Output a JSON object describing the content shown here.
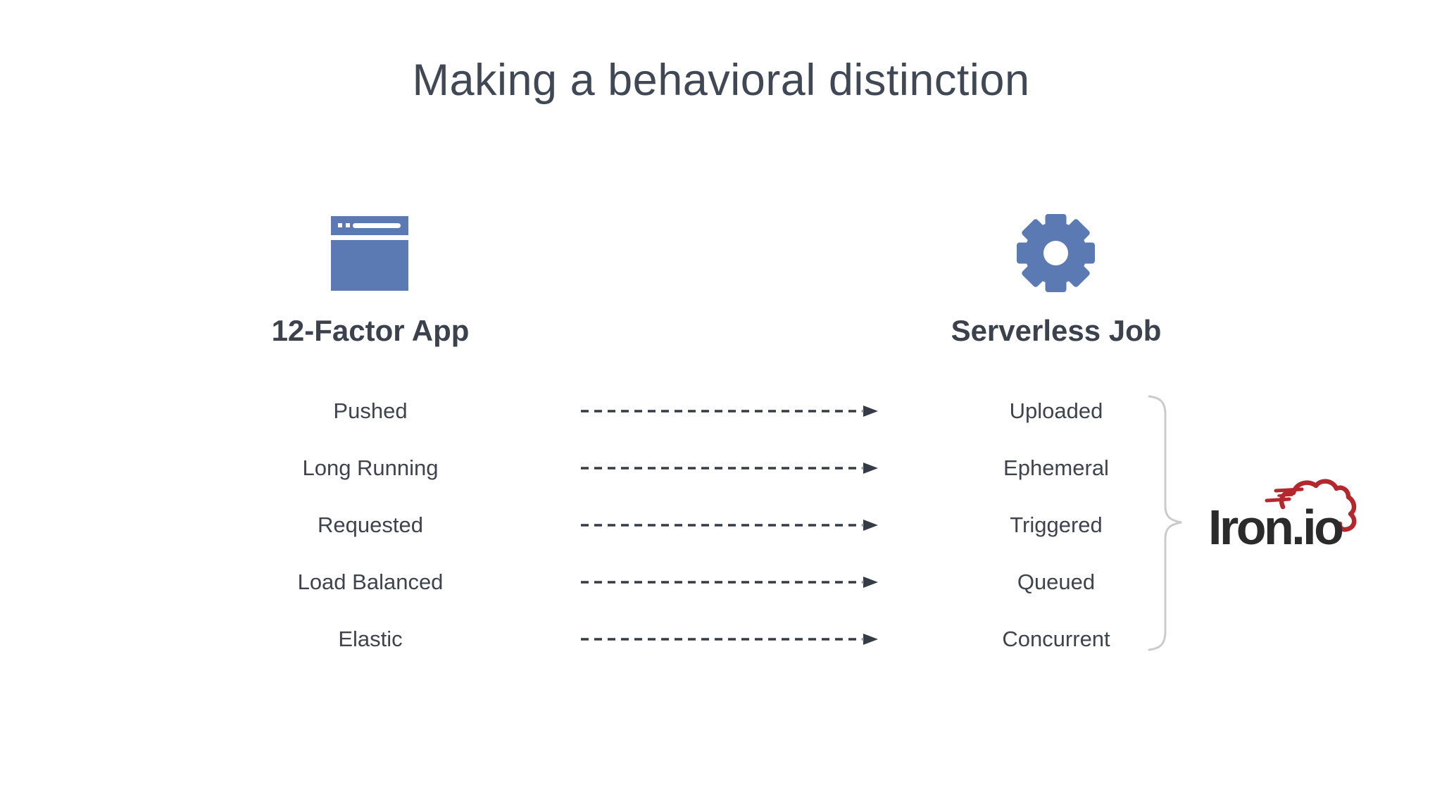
{
  "slide": {
    "title": "Making a behavioral distinction"
  },
  "left_column": {
    "icon": "browser-window-icon",
    "heading": "12-Factor App",
    "items": [
      "Pushed",
      "Long Running",
      "Requested",
      "Load Balanced",
      "Elastic"
    ]
  },
  "right_column": {
    "icon": "gear-icon",
    "heading": "Serverless Job",
    "items": [
      "Uploaded",
      "Ephemeral",
      "Triggered",
      "Queued",
      "Concurrent"
    ]
  },
  "rows": [
    {
      "left": "Pushed",
      "arrow": "dashed-right-arrow",
      "right": "Uploaded"
    },
    {
      "left": "Long Running",
      "arrow": "dashed-right-arrow",
      "right": "Ephemeral"
    },
    {
      "left": "Requested",
      "arrow": "dashed-right-arrow",
      "right": "Triggered"
    },
    {
      "left": "Load Balanced",
      "arrow": "dashed-right-arrow",
      "right": "Queued"
    },
    {
      "left": "Elastic",
      "arrow": "dashed-right-arrow",
      "right": "Concurrent"
    }
  ],
  "logo": {
    "text": "Iron.io",
    "icon": "cloud-icon"
  },
  "colors": {
    "accent_blue": "#5b7ab4",
    "text_dark": "#3f4550",
    "arrow_dark": "#363c45",
    "brace_gray": "#cbcbcb",
    "logo_red": "#b4272c",
    "logo_text": "#2b2b2b",
    "background": "#ffffff"
  }
}
